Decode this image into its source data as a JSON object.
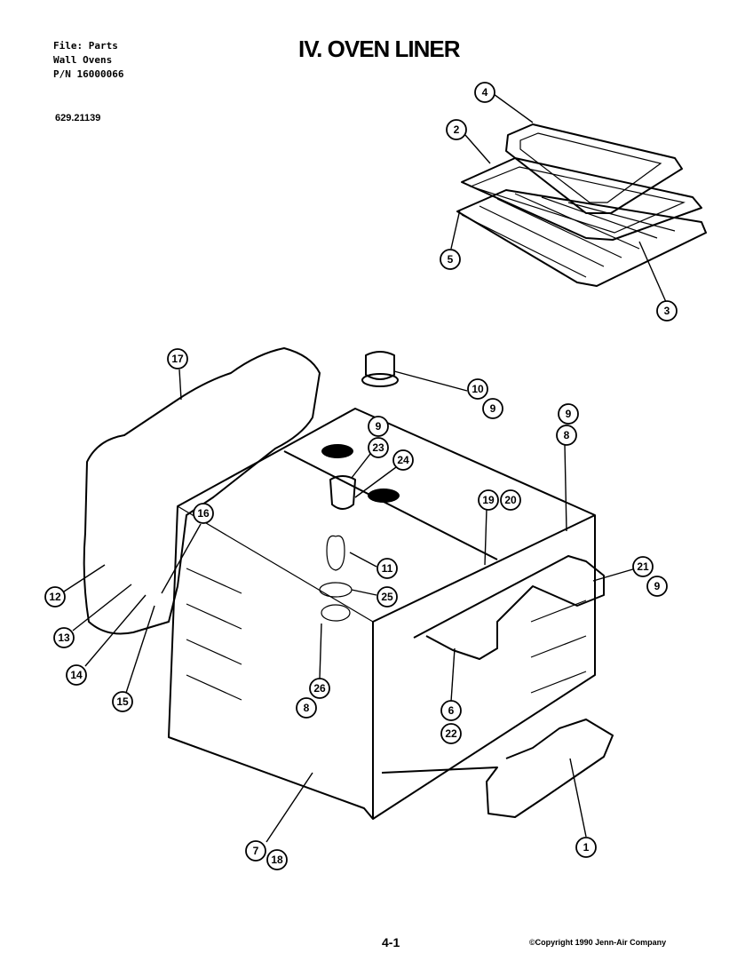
{
  "header": {
    "file_line": "File: Parts",
    "category_line": "Wall Ovens",
    "pn_line": "P/N 16000066",
    "model_number": "629.21139"
  },
  "title": "IV. OVEN LINER",
  "footer": {
    "page_number": "4-1",
    "copyright": "©Copyright 1990 Jenn-Air Company"
  },
  "callouts": [
    "4",
    "2",
    "5",
    "3",
    "17",
    "10",
    "9",
    "9",
    "23",
    "24",
    "9",
    "8",
    "19",
    "20",
    "16",
    "21",
    "9",
    "12",
    "11",
    "25",
    "13",
    "14",
    "15",
    "26",
    "8",
    "6",
    "22",
    "7",
    "18",
    "1"
  ]
}
